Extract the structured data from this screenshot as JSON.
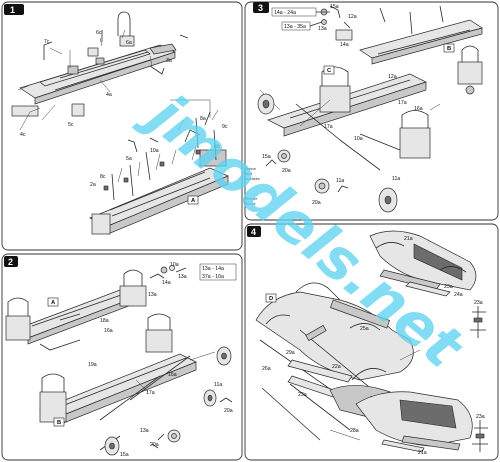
{
  "steps": [
    {
      "number": "1",
      "boxes": [
        "A"
      ],
      "parts": [
        "7c",
        "6c",
        "6a",
        "3a",
        "4a",
        "4c",
        "5c",
        "2a",
        "8c",
        "9c",
        "10a",
        "5a",
        "8a",
        "6b"
      ]
    },
    {
      "number": "2",
      "boxes": [
        "A",
        "B"
      ],
      "parts": [
        "10a",
        "13a",
        "14a",
        "13a - 14a",
        "37a - 10a",
        "13a",
        "18a",
        "16a",
        "16a",
        "17a",
        "19a",
        "13a",
        "20a",
        "11a",
        "20a",
        "15a"
      ]
    },
    {
      "number": "3",
      "boxes": [
        "C",
        "B"
      ],
      "parts": [
        "14a - 24a",
        "13a",
        "15a",
        "13a - 35a",
        "12a",
        "14a",
        "15a",
        "17a",
        "10a",
        "11a",
        "20a",
        "12a",
        "20a",
        "17a",
        "16a",
        "11a"
      ]
    },
    {
      "number": "4",
      "boxes": [
        "D"
      ],
      "parts": [
        "21a",
        "24a",
        "25a",
        "23a",
        "22a",
        "26a",
        "29a",
        "22a",
        "28a",
        "21a",
        "23a",
        "23a"
      ]
    }
  ],
  "side_notes": [
    "Vernice",
    "Paint",
    "Lackfarbe",
    "Peinture",
    "Pintura"
  ],
  "watermark": "jmodels.net",
  "colors": {
    "watermark": "#5fd3f0",
    "ink": "#2a2a2a",
    "step_badge": "#111111"
  }
}
